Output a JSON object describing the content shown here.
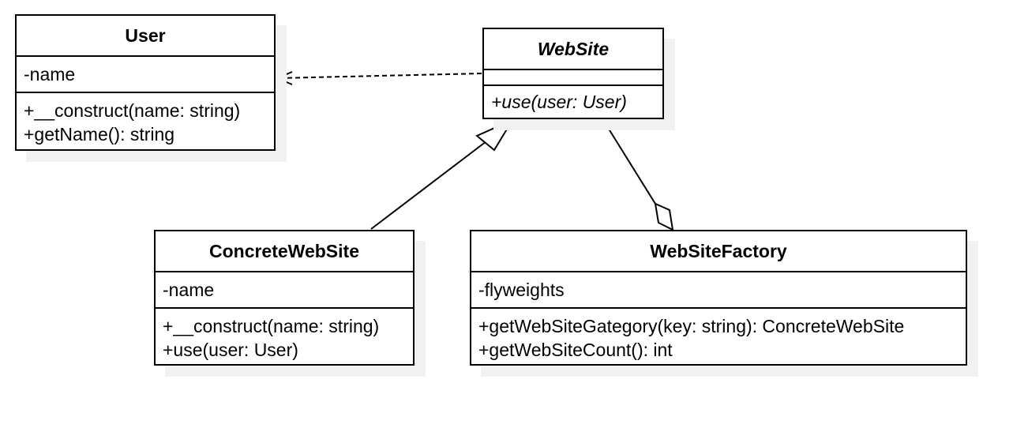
{
  "classes": {
    "user": {
      "name": "User",
      "attributes": [
        "-name"
      ],
      "methods": [
        "+__construct(name: string)",
        "+getName(): string"
      ]
    },
    "website": {
      "name": "WebSite",
      "abstract": true,
      "attributes": [],
      "methods": [
        "+use(user: User)"
      ]
    },
    "concrete_website": {
      "name": "ConcreteWebSite",
      "attributes": [
        "-name"
      ],
      "methods": [
        "+__construct(name: string)",
        "+use(user: User)"
      ]
    },
    "website_factory": {
      "name": "WebSiteFactory",
      "attributes": [
        "-flyweights"
      ],
      "methods": [
        "+getWebSiteGategory(key: string): ConcreteWebSite",
        "+getWebSiteCount(): int"
      ]
    }
  },
  "relationships": [
    {
      "type": "dependency",
      "from": "WebSite",
      "to": "User"
    },
    {
      "type": "generalization",
      "from": "ConcreteWebSite",
      "to": "WebSite"
    },
    {
      "type": "aggregation",
      "whole": "WebSiteFactory",
      "part": "WebSite"
    }
  ],
  "colors": {
    "stroke": "#000000",
    "fill": "#ffffff",
    "shadow": "#f1f1f1"
  }
}
